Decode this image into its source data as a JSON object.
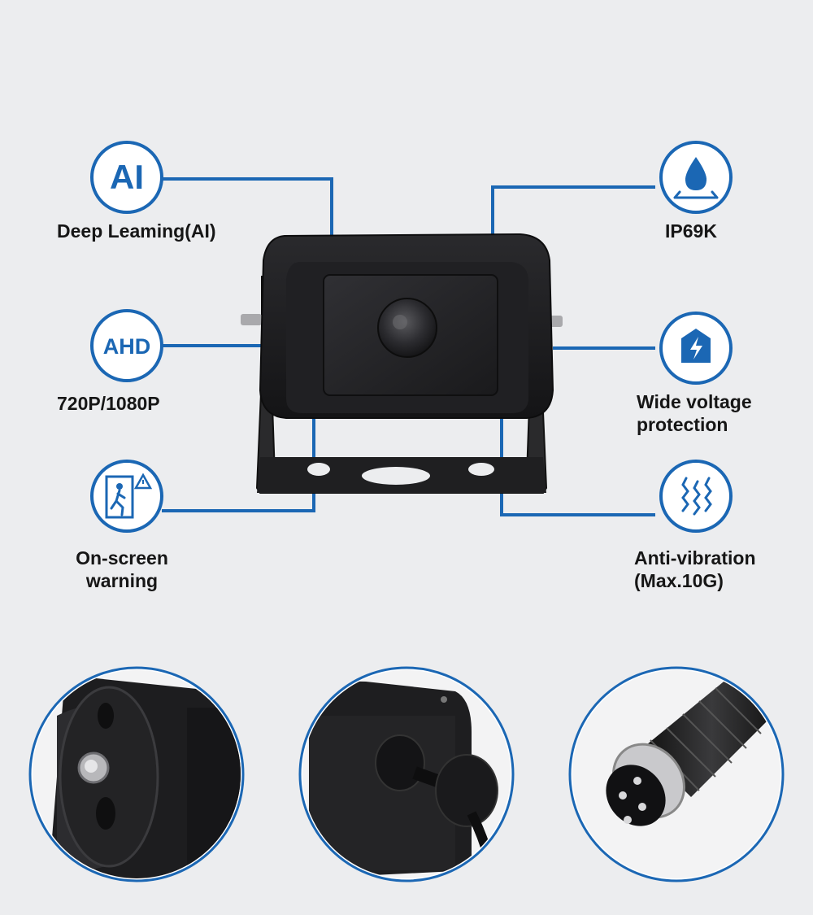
{
  "features": [
    {
      "id": "ai",
      "icon_text": "AI",
      "label": "Deep Leaming(AI)",
      "icon": "ai-icon"
    },
    {
      "id": "ahd",
      "icon_text": "AHD",
      "label": "720P/1080P",
      "icon": "ahd-icon"
    },
    {
      "id": "warning",
      "label_line1": "On-screen",
      "label_line2": "warning",
      "icon": "pedestrian-warning-icon"
    },
    {
      "id": "waterproof",
      "label": "IP69K",
      "icon": "water-drop-icon"
    },
    {
      "id": "voltage",
      "label_line1": "Wide voltage",
      "label_line2": "protection",
      "icon": "voltage-shield-icon"
    },
    {
      "id": "vibration",
      "label_line1": "Anti-vibration",
      "label_line2": "(Max.10G)",
      "icon": "vibration-icon"
    }
  ],
  "colors": {
    "accent": "#1b67b4",
    "background": "#ecedef",
    "text": "#161616",
    "camera_body": "#1c1c1e"
  },
  "detail_images": [
    "mount-bolt-detail",
    "cable-grommet-detail",
    "aviation-connector-detail"
  ]
}
